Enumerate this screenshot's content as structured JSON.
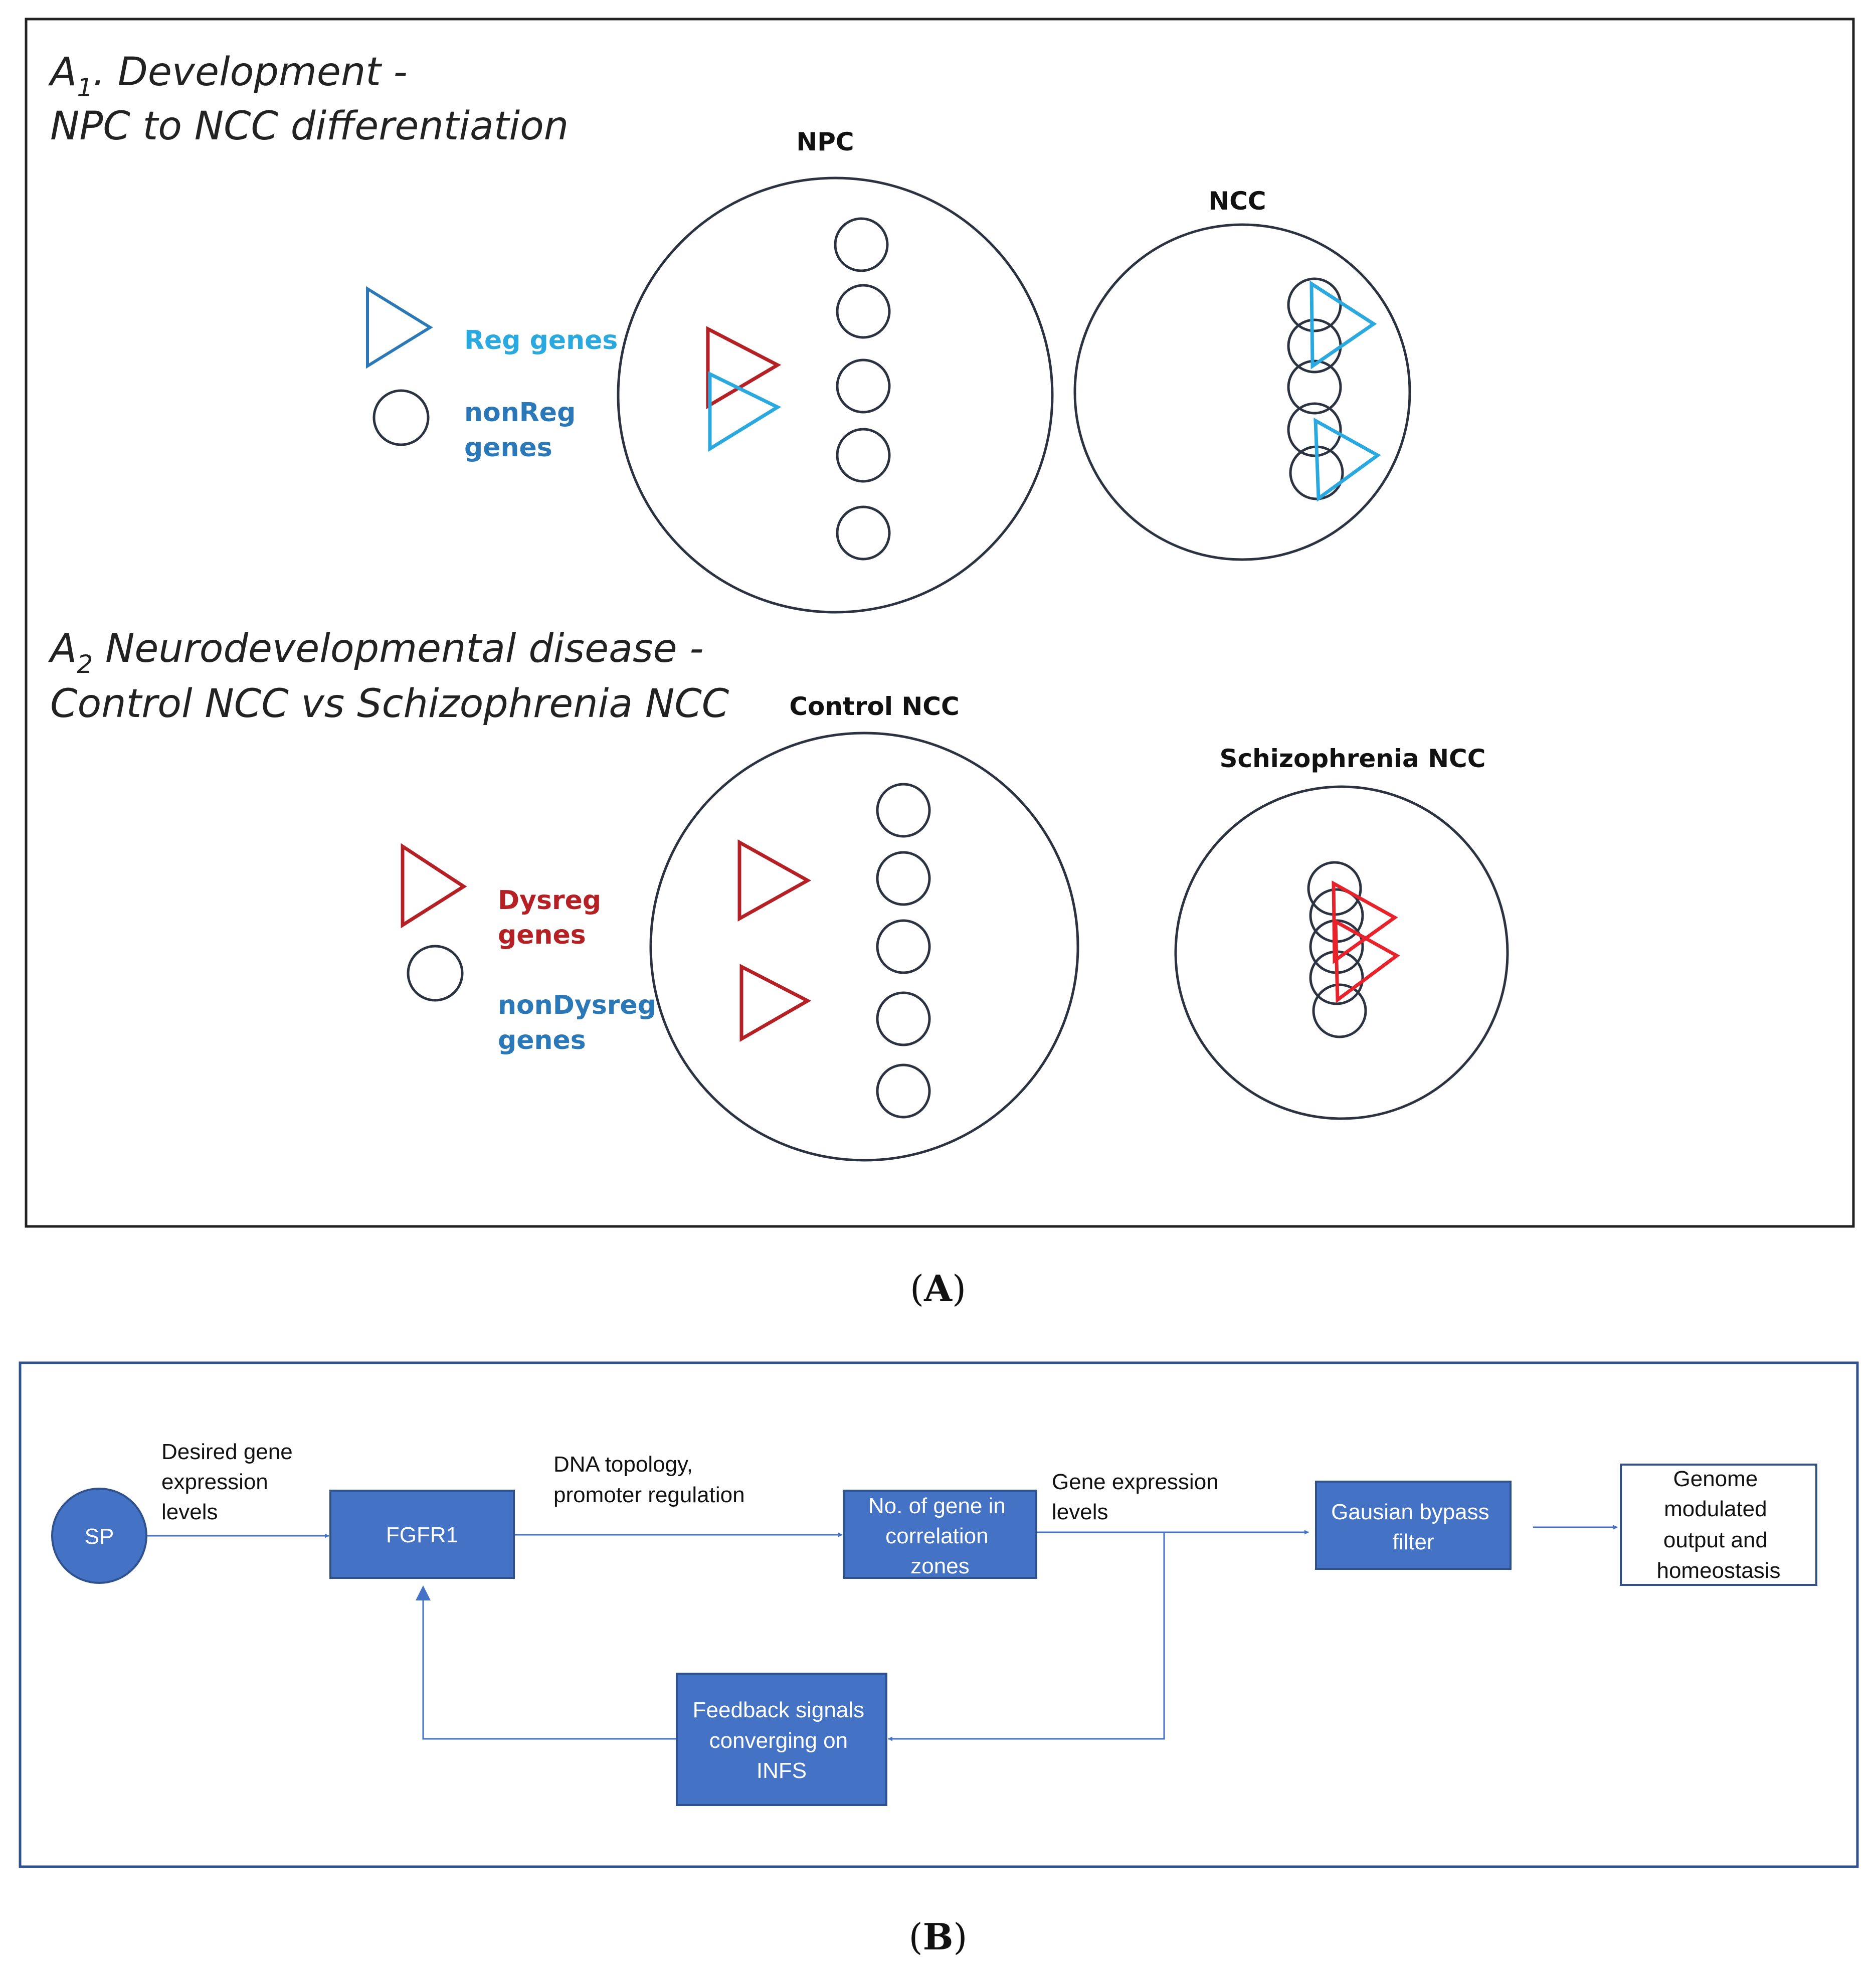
{
  "colors": {
    "frame": "#222222",
    "gene_circle": "#2c3340",
    "reg": "#29a9df",
    "reg_legend": "#2a78b8",
    "nonreg_label": "#2a78b8",
    "dysreg": "#b52025",
    "dysreg_bright": "#e8222a",
    "box_fill": "#4472c4",
    "box_stroke": "#2f528f",
    "arrow": "#4472c4"
  },
  "panel_a": {
    "label_open": "(",
    "label_letter": "A",
    "label_close": ")",
    "a1": {
      "title_letter": "A",
      "title_sub": "1",
      "title_line1_rest": ". Development -",
      "title_line2": "NPC  to NCC differentiation",
      "cell_left_title": "NPC",
      "cell_right_title": "NCC",
      "legend": {
        "triangle_label": "Reg genes",
        "circle_label_line1": "nonReg",
        "circle_label_line2": "genes"
      }
    },
    "a2": {
      "title_letter": "A",
      "title_sub": "2",
      "title_line1_rest": " Neurodevelopmental disease -",
      "title_line2": "Control NCC  vs Schizophrenia NCC",
      "cell_left_title": "Control NCC",
      "cell_right_title": "Schizophrenia NCC",
      "legend": {
        "triangle_label_line1": "Dysreg",
        "triangle_label_line2": "genes",
        "circle_label_line1": "nonDysreg",
        "circle_label_line2": "genes"
      }
    }
  },
  "panel_b": {
    "label_open": "(",
    "label_letter": "B",
    "label_close": ")",
    "sp": "SP",
    "fgfr1": "FGFR1",
    "edge_sp_fgfr1": [
      "Desired gene",
      "expression",
      "levels"
    ],
    "edge_fgfr1_zones": [
      "DNA topology,",
      "promoter regulation"
    ],
    "zones": [
      "No. of gene in",
      "correlation",
      "zones"
    ],
    "edge_zones_filter": [
      "Gene expression",
      "levels"
    ],
    "filter": [
      "Gausian bypass",
      "filter"
    ],
    "output": [
      "Genome",
      "modulated",
      "output and",
      "homeostasis"
    ],
    "feedback": [
      "Feedback signals",
      "converging on",
      "INFS"
    ]
  }
}
